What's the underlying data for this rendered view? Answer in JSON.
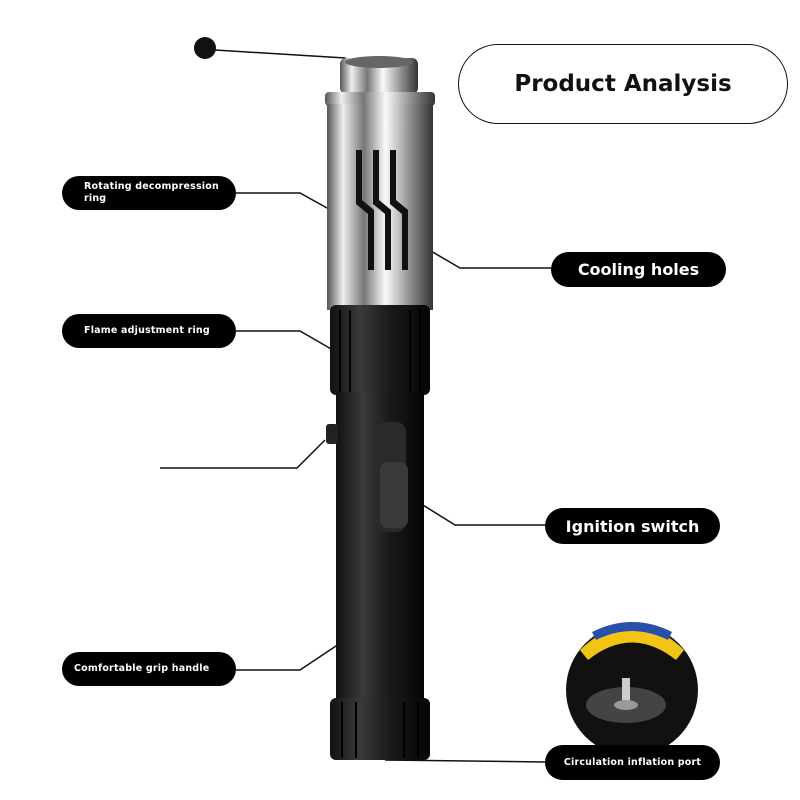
{
  "title": "Product Analysis",
  "labels": {
    "rotating_ring": "Rotating decompression ring",
    "cooling_holes": "Cooling holes",
    "flame_ring": "Flame adjustment ring",
    "ignition_switch": "Ignition switch",
    "grip_handle": "Comfortable grip handle",
    "inflation_port": "Circulation inflation port"
  },
  "colors": {
    "pill": "#000000",
    "accent_yellow": "#f2c418",
    "accent_blue": "#2a4fa8"
  }
}
